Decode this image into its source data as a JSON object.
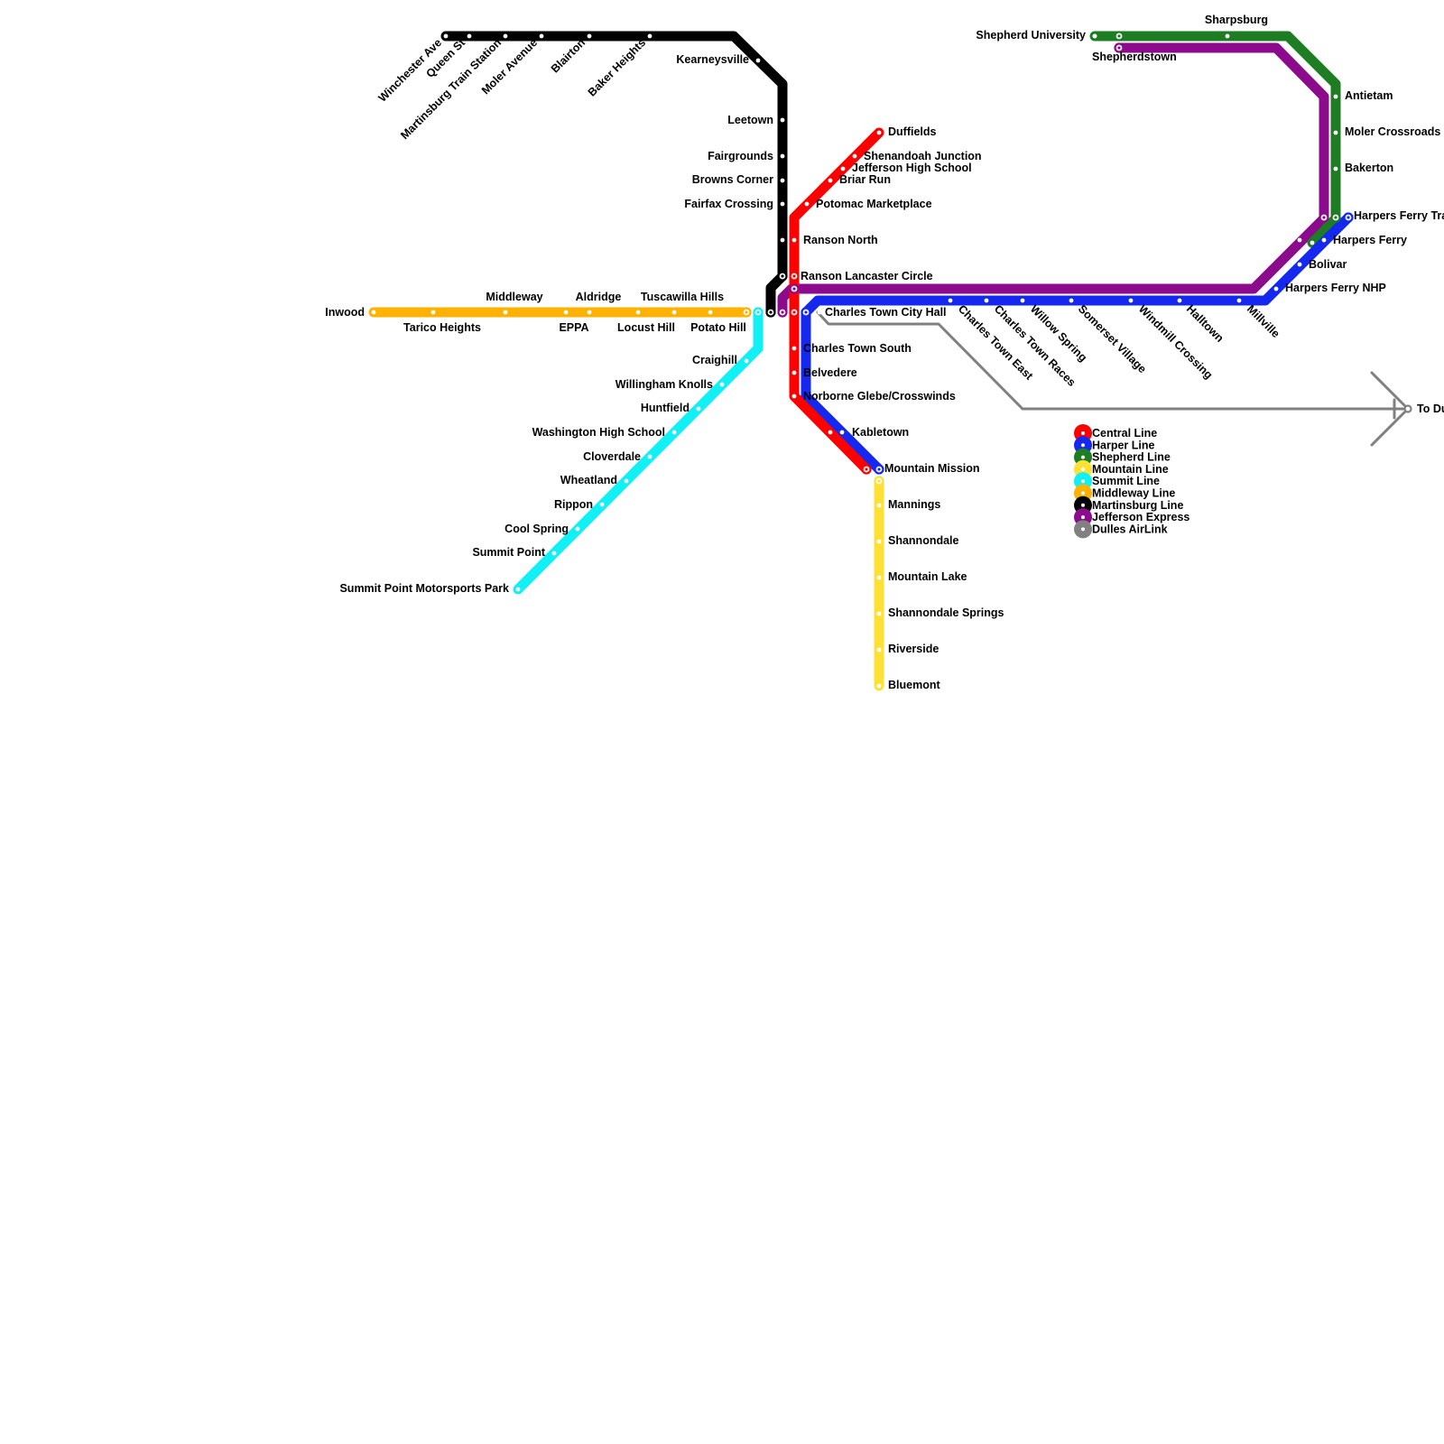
{
  "colors": {
    "central": "#ff0000",
    "harper": "#1428f0",
    "shepherd": "#1e7d23",
    "mountain": "#ffe135",
    "summit": "#10f0f5",
    "middleway": "#ffb300",
    "martinsburg": "#000000",
    "jefferson": "#8c0a8c",
    "dulles": "#808080"
  },
  "legend": [
    {
      "key": "central",
      "label": "Central Line"
    },
    {
      "key": "harper",
      "label": "Harper Line"
    },
    {
      "key": "shepherd",
      "label": "Shepherd Line"
    },
    {
      "key": "mountain",
      "label": "Mountain Line"
    },
    {
      "key": "summit",
      "label": "Summit Line"
    },
    {
      "key": "middleway",
      "label": "Middleway Line"
    },
    {
      "key": "martinsburg",
      "label": "Martinsburg Line"
    },
    {
      "key": "jefferson",
      "label": "Jefferson Express"
    },
    {
      "key": "dulles",
      "label": "Dulles AirLink"
    }
  ],
  "airport_label": "To Dulles Airport",
  "stations": {
    "martinsburg": [
      "Winchester Ave",
      "Queen St",
      "Martinsburg Train Station",
      "Moler Avenue",
      "Blairton",
      "Baker Heights",
      "Kearneysville",
      "Leetown",
      "Fairgrounds",
      "Browns Corner",
      "Fairfax Crossing"
    ],
    "central": [
      "Duffields",
      "Shenandoah Junction",
      "Jefferson High School",
      "Briar Run",
      "Potomac Marketplace",
      "Ranson North",
      "Ranson Lancaster Circle",
      "Charles Town South",
      "Belvedere",
      "Norborne Glebe/Crosswinds",
      "Kabletown",
      "Mountain Mission"
    ],
    "middleway": [
      "Inwood",
      "Tarico Heights",
      "Middleway",
      "EPPA",
      "Aldridge",
      "Locust Hill",
      "Tuscawilla Hills",
      "Potato Hill"
    ],
    "summit": [
      "Craighill",
      "Willingham Knolls",
      "Huntfield",
      "Washington High School",
      "Cloverdale",
      "Wheatland",
      "Rippon",
      "Cool Spring",
      "Summit Point",
      "Summit Point Motorsports Park"
    ],
    "mountain": [
      "Mannings",
      "Shannondale",
      "Mountain Lake",
      "Shannondale Springs",
      "Riverside",
      "Bluemont"
    ],
    "harper": [
      "Charles Town City Hall",
      "Charles Town East",
      "Charles Town Races",
      "Willow Spring",
      "Somerset Village",
      "Windmill Crossing",
      "Halltown",
      "Millville",
      "Harpers Ferry NHP",
      "Bolivar",
      "Harpers Ferry",
      "Harpers Ferry Train Station"
    ],
    "shepherd": [
      "Shepherd University",
      "Shepherdstown",
      "Sharpsburg",
      "Antietam",
      "Moler Crossroads",
      "Bakerton"
    ]
  }
}
